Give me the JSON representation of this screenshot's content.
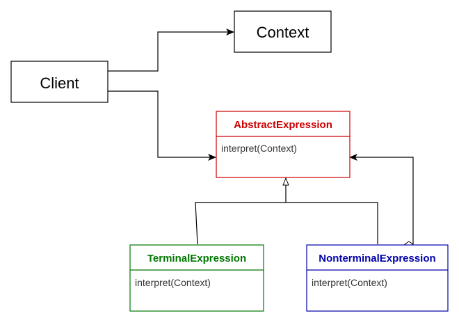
{
  "diagram": {
    "client": {
      "label": "Client"
    },
    "context": {
      "label": "Context"
    },
    "abstract_expression": {
      "title": "AbstractExpression",
      "method": "interpret(Context)",
      "color": "#cc0000"
    },
    "terminal_expression": {
      "title": "TerminalExpression",
      "method": "interpret(Context)",
      "color": "#007700"
    },
    "nonterminal_expression": {
      "title": "NonterminalExpression",
      "method": "interpret(Context)",
      "color": "#0000aa"
    },
    "line_color": "#000000"
  }
}
